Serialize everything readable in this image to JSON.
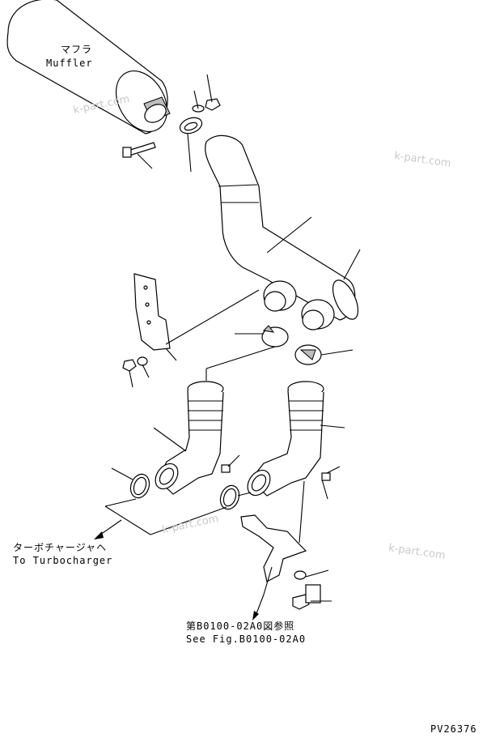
{
  "labels": {
    "muffler_jp": "マフラ",
    "muffler_en": "Muffler",
    "turbo_jp": "ターボチャージャヘ",
    "turbo_en": "To Turbocharger",
    "see_fig_jp": "第B0100-02A0図参照",
    "see_fig_en": "See Fig.B0100-02A0",
    "drawing_no": "PV26376"
  },
  "watermarks": [
    "k-part.com",
    "k-part.com",
    "k-part.com",
    "k-part.com"
  ]
}
